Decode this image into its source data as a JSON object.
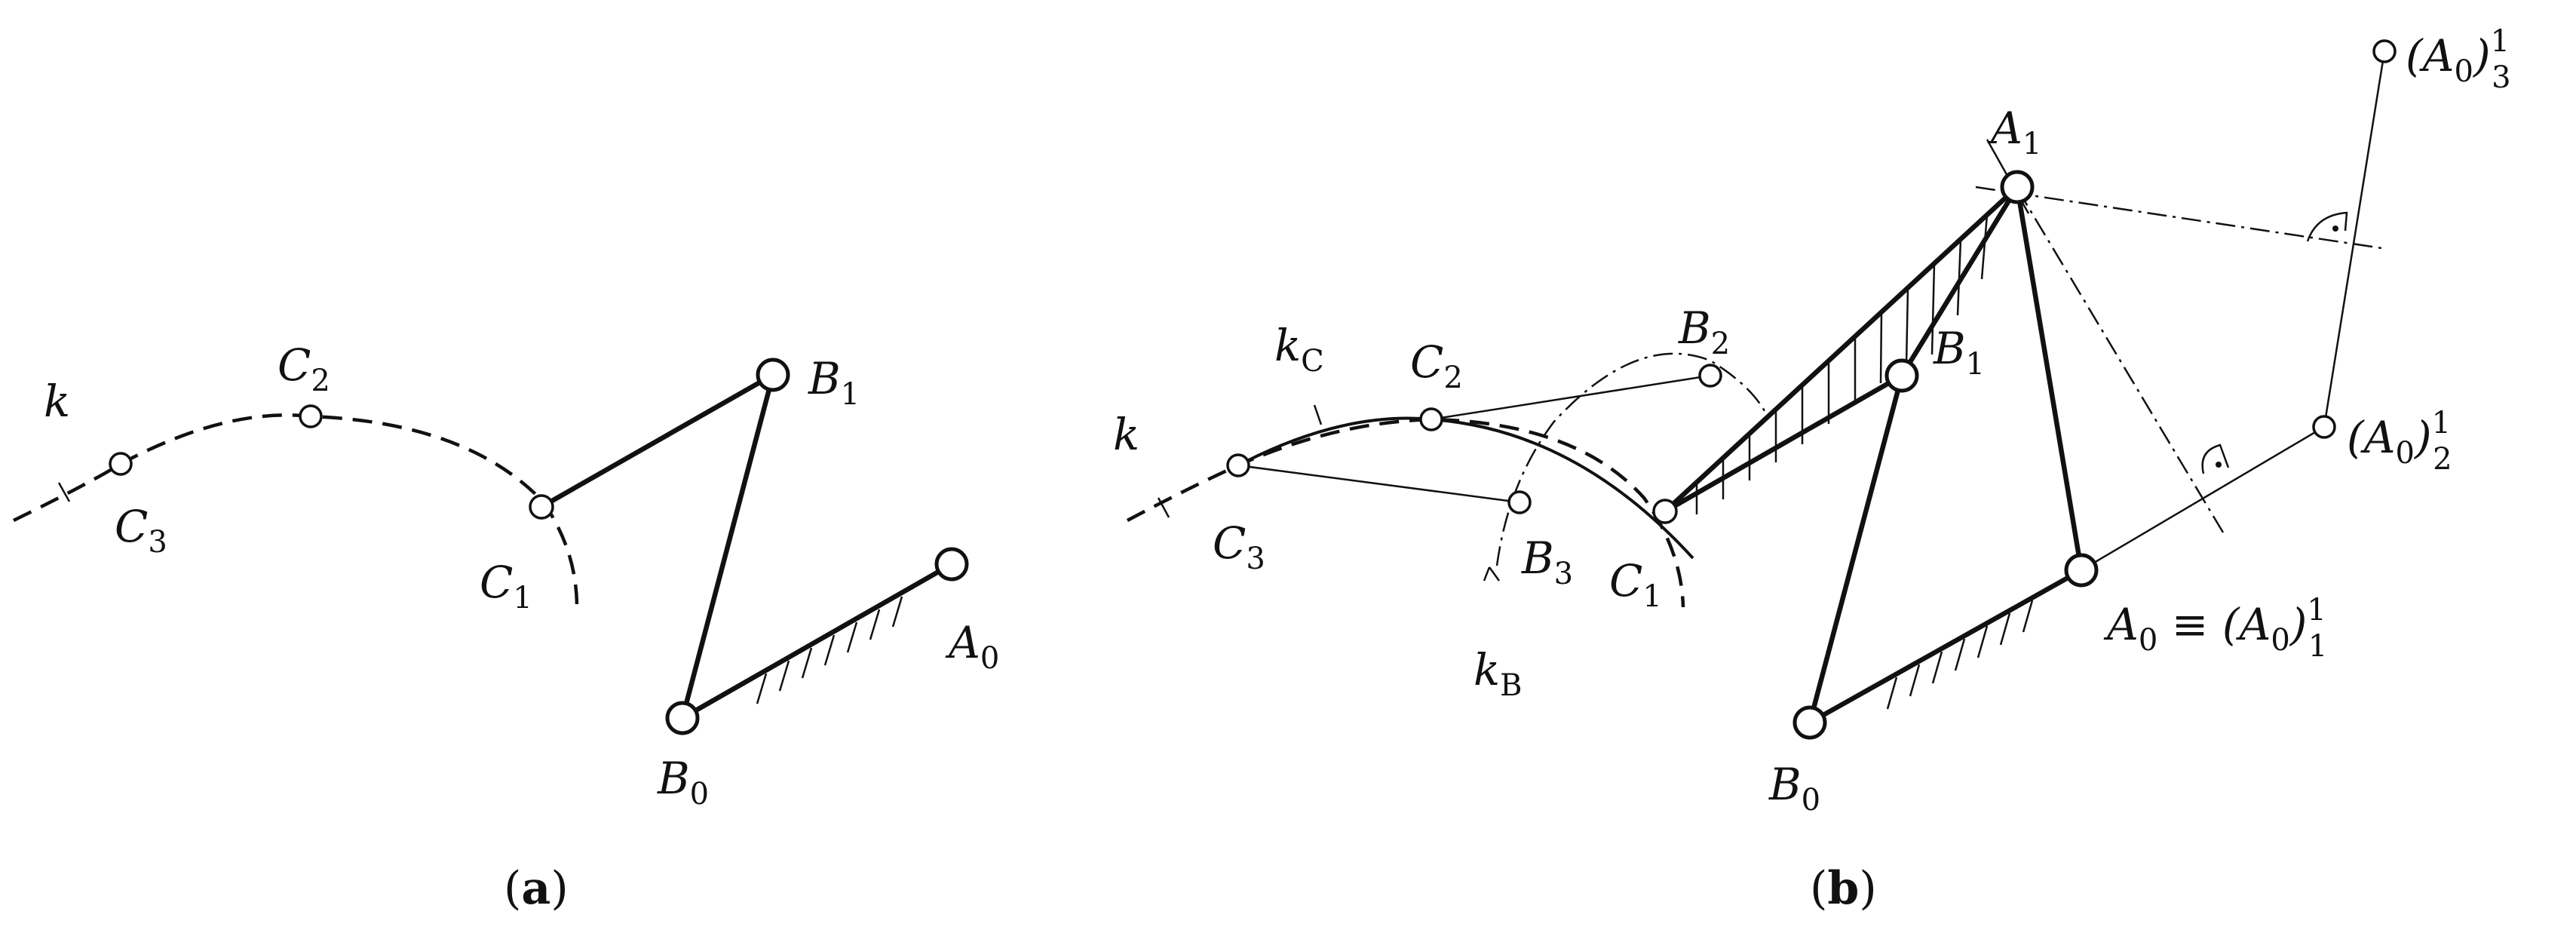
{
  "panel_a": {
    "caption": {
      "open": "(",
      "letter": "a",
      "close": ")"
    },
    "labels": {
      "k": {
        "main": "k"
      },
      "C1": {
        "main": "C",
        "sub": "1"
      },
      "C2": {
        "main": "C",
        "sub": "2"
      },
      "C3": {
        "main": "C",
        "sub": "3"
      },
      "B0": {
        "main": "B",
        "sub": "0"
      },
      "B1": {
        "main": "B",
        "sub": "1"
      },
      "A0": {
        "main": "A",
        "sub": "0"
      }
    }
  },
  "panel_b": {
    "caption": {
      "open": "(",
      "letter": "b",
      "close": ")"
    },
    "labels": {
      "k": {
        "main": "k"
      },
      "kC": {
        "main": "k",
        "sub": "C"
      },
      "kB": {
        "main": "k",
        "sub": "B"
      },
      "C1": {
        "main": "C",
        "sub": "1"
      },
      "C2": {
        "main": "C",
        "sub": "2"
      },
      "C3": {
        "main": "C",
        "sub": "3"
      },
      "B0": {
        "main": "B",
        "sub": "0"
      },
      "B1": {
        "main": "B",
        "sub": "1"
      },
      "B2": {
        "main": "B",
        "sub": "2"
      },
      "B3": {
        "main": "B",
        "sub": "3"
      },
      "A1": {
        "main": "A",
        "sub": "1"
      },
      "A0_equiv": {
        "open": "A",
        "sub0": "0",
        "equiv": " ≡ (A",
        "sub1": "0",
        "close": ")",
        "sup": "1",
        "sub2": "1"
      },
      "A0_2": {
        "open": "(A",
        "sub0": "0",
        "close": ")",
        "sup": "1",
        "sub": "2"
      },
      "A0_3": {
        "open": "(A",
        "sub0": "0",
        "close": ")",
        "sup": "1",
        "sub": "3"
      }
    }
  }
}
